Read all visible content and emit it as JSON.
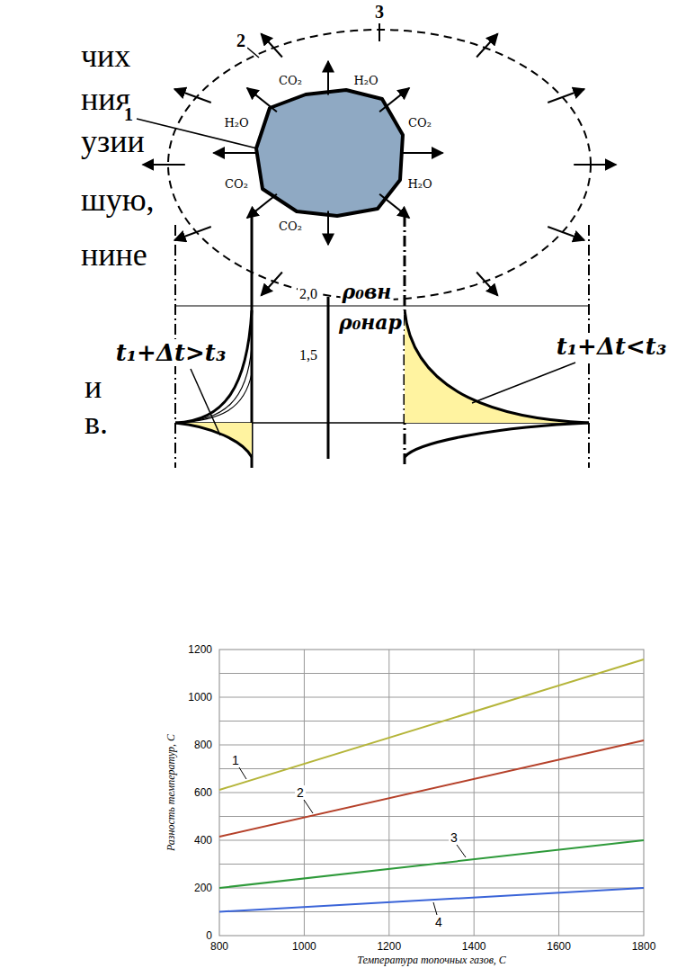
{
  "diagram": {
    "labels": [
      "чих",
      "ния",
      "узии",
      "шую,",
      "нине",
      "и",
      "в.",
      "3",
      "2",
      "1",
      "H₂O",
      "CO₂",
      "H₂O",
      "CO₂",
      "CO₂",
      "H₂O",
      "CO₂",
      "2,0",
      "ρ₀вн",
      "ρ₀нар",
      "1,5",
      "t₁+Δt>t₃",
      "t₁+Δt<t₃",
      "0",
      "200",
      "400",
      "600",
      "800",
      "1000",
      "1200",
      "800",
      "1000",
      "1200",
      "1400",
      "1600",
      "1800",
      "Разность температур, С",
      "Температура топочных газов, С",
      "1",
      "2",
      "3",
      "4"
    ]
  }
}
